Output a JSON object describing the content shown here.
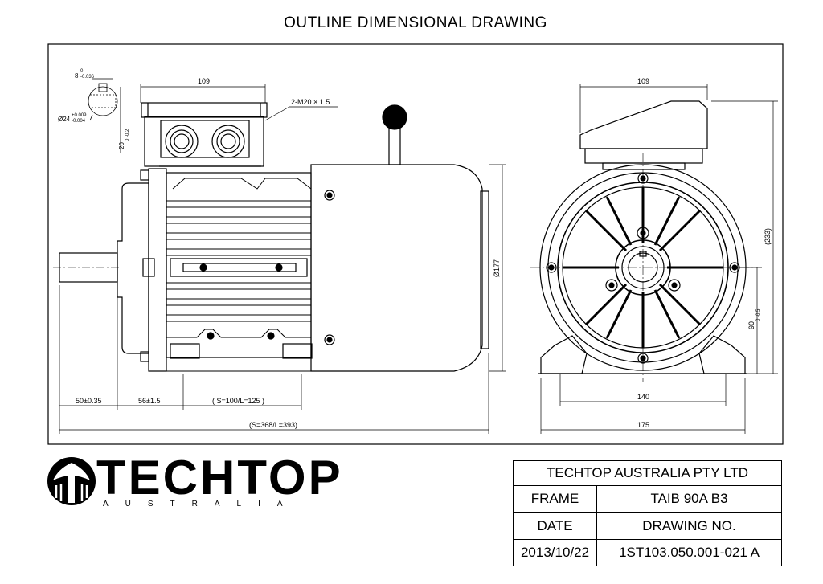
{
  "title": "OUTLINE DIMENSIONAL DRAWING",
  "dimensions": {
    "key_width": "8",
    "key_tol_upper": "0",
    "key_tol_lower": "-0.036",
    "shaft_dia": "Ø24",
    "shaft_tol_upper": "+0.009",
    "shaft_tol_lower": "-0.004",
    "key_depth": "20",
    "key_depth_tol": "0 -0.2",
    "box_width_side": "109",
    "box_width_front": "109",
    "gland": "2-M20 × 1.5",
    "body_dia": "Ø177",
    "overall_height": "(233)",
    "shaft_height": "90",
    "shaft_height_tol": "0 -0.5",
    "shaft_length": "50±0.35",
    "foot_offset": "56±1.5",
    "foot_spacing": "( S=100/L=125 )",
    "overall_length": "(S=368/L=393)",
    "foot_hole_spacing": "140",
    "foot_width": "175"
  },
  "logo": {
    "name": "TECHTOP",
    "sub": "AUSTRALIA"
  },
  "title_block": {
    "company": "TECHTOP AUSTRALIA PTY LTD",
    "frame_label": "FRAME",
    "frame_value": "TAIB 90A B3",
    "date_label": "DATE",
    "drawing_no_label": "DRAWING NO.",
    "date_value": "2013/10/22",
    "drawing_no_value": "1ST103.050.001-021 A"
  }
}
